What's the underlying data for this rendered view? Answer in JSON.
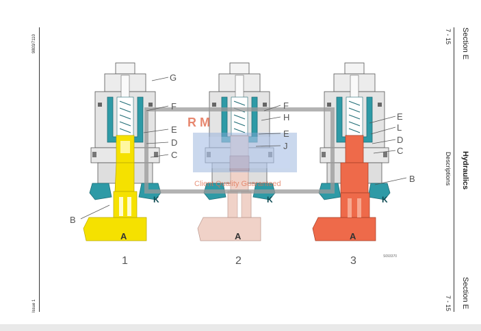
{
  "left_margin": {
    "doc_code": "9803/7110",
    "issue": "Issue 1"
  },
  "right_margin": {
    "section_top": "Section E",
    "page_top": "7 - 15",
    "title": "Hydraulics",
    "subtitle": "Descriptions",
    "section_bottom": "Section E",
    "page_bottom": "7 - 15"
  },
  "figure": {
    "callouts": {
      "G": "G",
      "F": "F",
      "E": "E",
      "D": "D",
      "C": "C",
      "B": "B",
      "A": "A",
      "K": "K",
      "H": "H",
      "J": "J",
      "L": "L"
    },
    "view_numbers": [
      "1",
      "2",
      "3"
    ],
    "figure_ref": "S093370",
    "colors": {
      "pressure_yellow": "#f5e100",
      "pressure_pink": "#f0d2c8",
      "pressure_red": "#ee6a4a",
      "return_teal": "#2e9aa6",
      "body_gray": "#e6e6e6"
    }
  },
  "watermark": {
    "brand": "R M",
    "tagline": "Client Quality Guaranteed"
  }
}
